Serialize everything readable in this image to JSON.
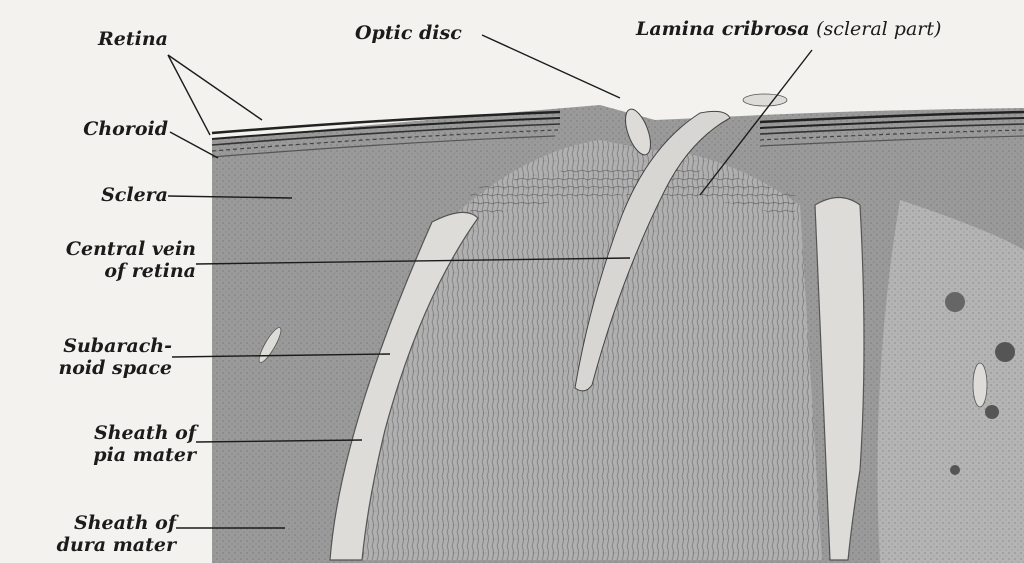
{
  "diagram": {
    "labels": {
      "retina": "Retina",
      "choroid": "Choroid",
      "sclera": "Sclera",
      "central_vein_1": "Central vein",
      "central_vein_2": "of retina",
      "subarach_1": "Subarach-",
      "subarach_2": "noid space",
      "pia_1": "Sheath of",
      "pia_2": "pia mater",
      "dura_1": "Sheath of",
      "dura_2": "dura mater",
      "optic_disc": "Optic disc",
      "lamina_main": "Lamina cribrosa",
      "lamina_sub": "(scleral part)"
    },
    "colors": {
      "paper": "#f4f2ee",
      "tissue_dark": "#8f8f8f",
      "tissue_mid": "#a9a9a9",
      "nerve": "#b9b9b9",
      "space_light": "#dedcd8",
      "ink": "#1b1b1b"
    }
  }
}
